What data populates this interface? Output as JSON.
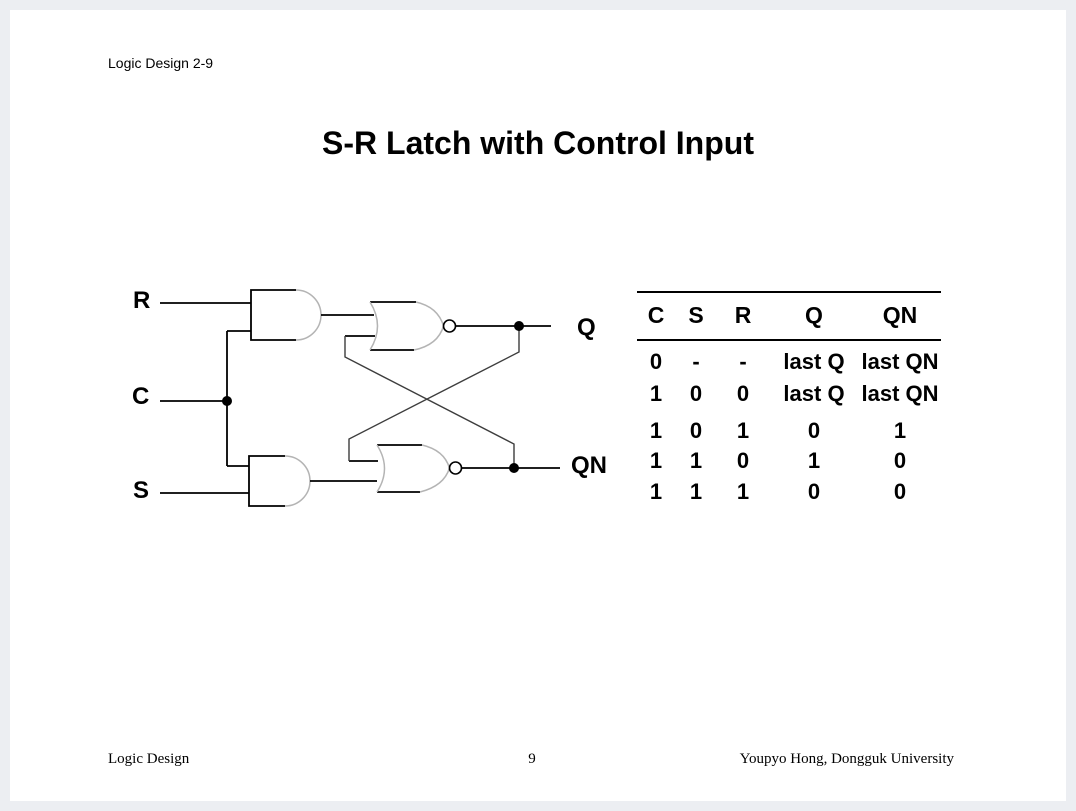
{
  "page": {
    "header": "Logic Design 2-9",
    "title": "S-R Latch with Control Input",
    "footer": {
      "left": "Logic Design",
      "page_number": "9",
      "right": "Youpyo Hong, Dongguk University"
    }
  },
  "circuit": {
    "inputs": [
      "R",
      "C",
      "S"
    ],
    "outputs": [
      "Q",
      "QN"
    ],
    "gates": [
      "and-gate-top",
      "and-gate-bottom",
      "nor-gate-top",
      "nor-gate-bottom"
    ],
    "description": "Two AND gates gated by control input C feed a cross-coupled NOR latch producing Q and QN"
  },
  "truth_table": {
    "headers": [
      "C",
      "S",
      "R",
      "Q",
      "QN"
    ],
    "rows": [
      [
        "0",
        "-",
        "-",
        "last Q",
        "last QN"
      ],
      [
        "1",
        "0",
        "0",
        "last Q",
        "last QN"
      ],
      [
        "1",
        "0",
        "1",
        "0",
        "1"
      ],
      [
        "1",
        "1",
        "0",
        "1",
        "0"
      ],
      [
        "1",
        "1",
        "1",
        "0",
        "0"
      ]
    ]
  },
  "colors": {
    "canvas_background": "#eceef2",
    "page_background": "#ffffff",
    "wire": "#000000",
    "gate_arc": "#b4b4b4",
    "feedback_wire": "#3d3d3d",
    "text": "#000000"
  }
}
